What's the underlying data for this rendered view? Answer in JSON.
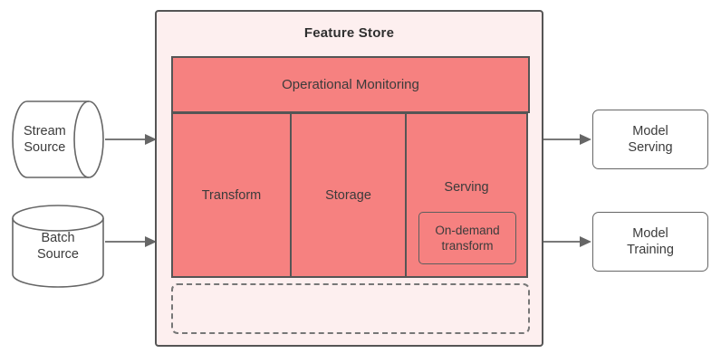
{
  "diagram": {
    "title": "Feature Store",
    "colors": {
      "component_fill": "#f68180",
      "container_fill": "#fdefef",
      "border": "#555555",
      "text": "#3b3b3b",
      "arrow": "#666666",
      "source_fill": "#ffffff"
    },
    "sources": [
      {
        "id": "stream-source",
        "label": "Stream\nSource",
        "shape": "cylinder-horizontal"
      },
      {
        "id": "batch-source",
        "label": "Batch\nSource",
        "shape": "cylinder-vertical"
      }
    ],
    "feature_store": {
      "title": "Feature Store",
      "monitoring": {
        "label": "Operational Monitoring"
      },
      "pillars": [
        {
          "id": "transform",
          "label": "Transform"
        },
        {
          "id": "storage",
          "label": "Storage"
        },
        {
          "id": "serving",
          "label": "Serving",
          "nested": {
            "id": "on-demand-transform",
            "label": "On-demand\ntransform"
          }
        }
      ],
      "placeholder": {
        "label": "",
        "style": "dashed"
      }
    },
    "consumers": [
      {
        "id": "model-serving",
        "label": "Model\nServing"
      },
      {
        "id": "model-training",
        "label": "Model\nTraining"
      }
    ],
    "arrows": [
      {
        "id": "stream-to-store",
        "from": "stream-source",
        "to": "feature-store"
      },
      {
        "id": "batch-to-store",
        "from": "batch-source",
        "to": "feature-store"
      },
      {
        "id": "store-to-serving",
        "from": "feature-store",
        "to": "model-serving"
      },
      {
        "id": "store-to-training",
        "from": "feature-store",
        "to": "model-training"
      }
    ]
  }
}
